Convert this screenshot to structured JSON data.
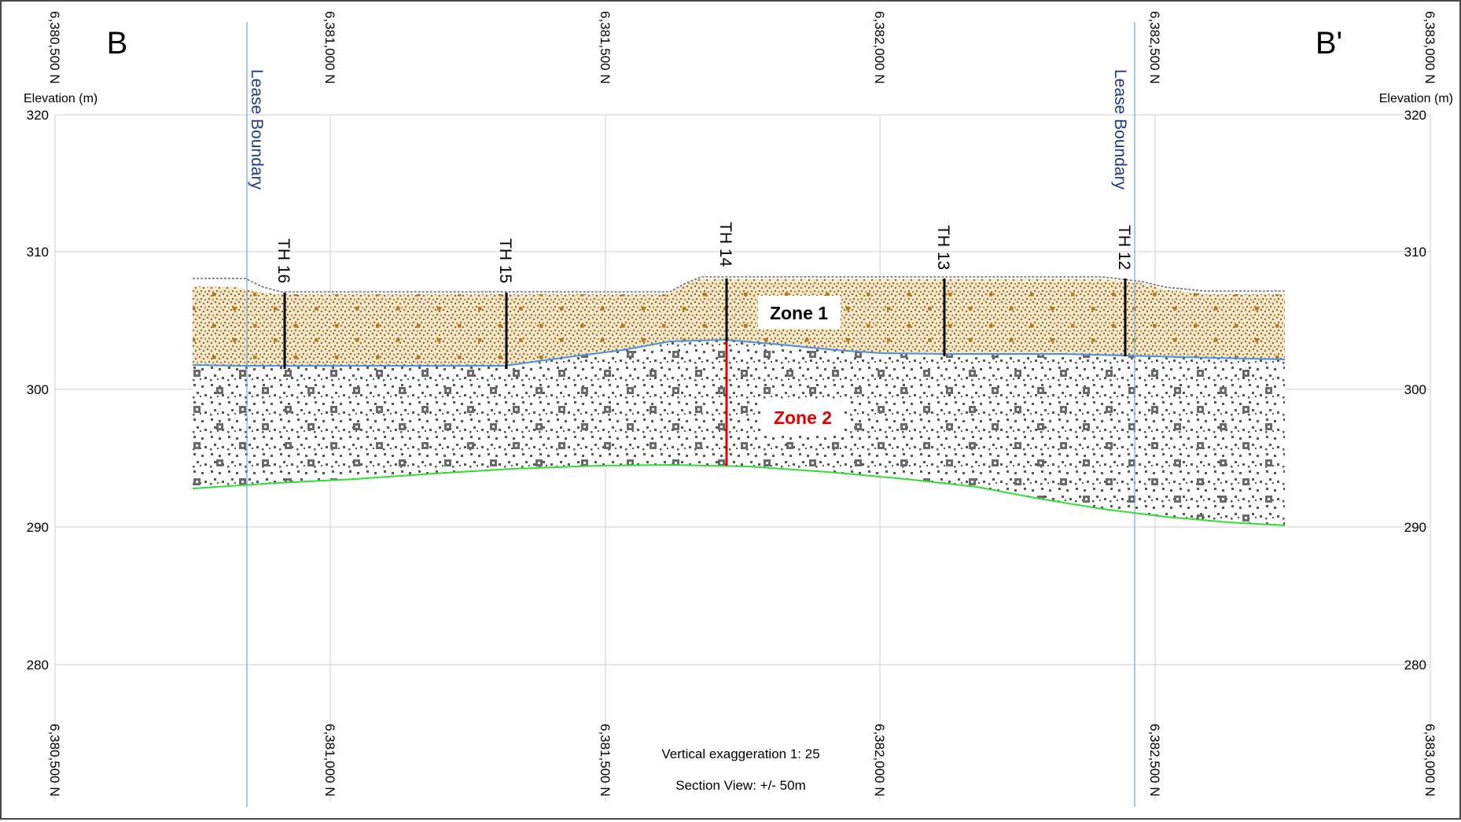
{
  "section": {
    "start_label": "B",
    "end_label": "B'",
    "elevation_axis_label": "Elevation (m)",
    "elevation_ticks": [
      "320",
      "310",
      "300",
      "290",
      "280"
    ],
    "northing_ticks": [
      "6,380,500 N",
      "6,381,000 N",
      "6,381,500 N",
      "6,382,000 N",
      "6,382,500 N",
      "6,383,000 N"
    ],
    "lease_boundary_label": "Lease Boundary",
    "zones": [
      {
        "label": "Zone 1",
        "color": "#000000"
      },
      {
        "label": "Zone 2",
        "color": "#e00000"
      }
    ],
    "test_holes": [
      "TH 16",
      "TH 15",
      "TH 14",
      "TH 13",
      "TH 12"
    ],
    "footnote_exaggeration": "Vertical exaggeration 1: 25",
    "footnote_section_view": "Section View: +/- 50m"
  },
  "colors": {
    "zone1_fill": "#a06a1c",
    "zone2_fill": "#5a5a5a",
    "zone_boundary_line": "#4a90e2",
    "base_line": "#33dd33",
    "lease_line": "#6fa8dc",
    "grid": "#cfcfcf",
    "highlight_hole": "#e00000"
  }
}
